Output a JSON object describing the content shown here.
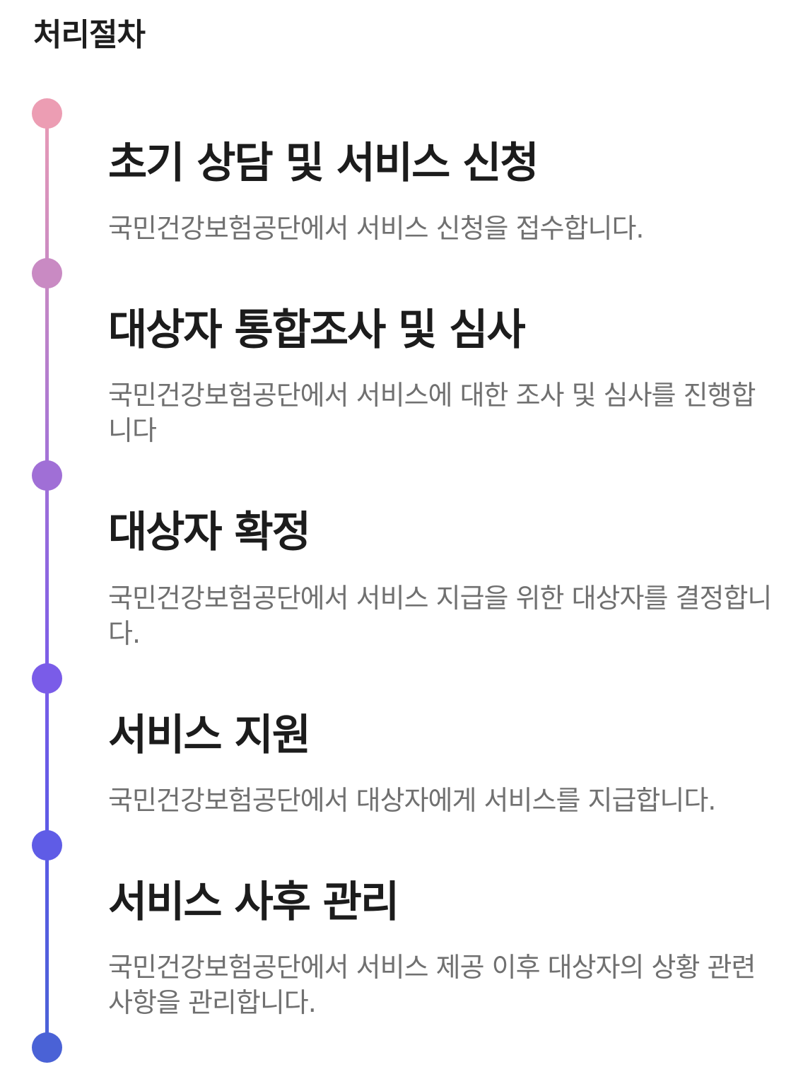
{
  "page": {
    "title": "처리절차"
  },
  "timeline": {
    "dot_colors": [
      "#ec9db3",
      "#c98ac3",
      "#a06fd6",
      "#7a5ce8",
      "#5f5ce6",
      "#4a62d6"
    ],
    "steps": [
      {
        "title": "초기 상담 및 서비스 신청",
        "description": "국민건강보험공단에서 서비스 신청을 접수합니다."
      },
      {
        "title": "대상자 통합조사 및 심사",
        "description": "국민건강보험공단에서 서비스에 대한 조사 및 심사를 진행합니다"
      },
      {
        "title": "대상자 확정",
        "description": "국민건강보험공단에서 서비스 지급을 위한 대상자를 결정합니다."
      },
      {
        "title": "서비스 지원",
        "description": "국민건강보험공단에서 대상자에게 서비스를 지급합니다."
      },
      {
        "title": "서비스 사후 관리",
        "description": "국민건강보험공단에서 서비스 제공 이후 대상자의 상황 관련 사항을 관리합니다."
      }
    ]
  }
}
